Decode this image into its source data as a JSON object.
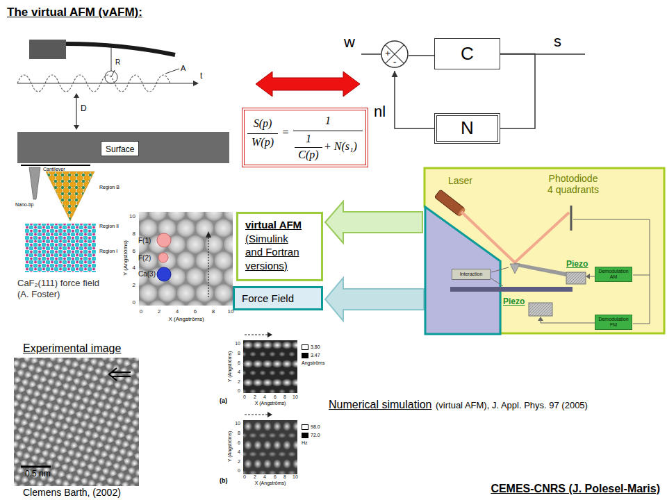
{
  "diagram": {
    "title": "The virtual AFM (vAFM):",
    "caption": "CEMES-CNRS (J. Polesel-Maris)",
    "nodes": [
      {
        "text": [
          "Surface"
        ]
      },
      {
        "text": [
          "+",
          "-"
        ]
      },
      {
        "text": [
          "C"
        ]
      },
      {
        "text": [
          "N"
        ]
      },
      {
        "text": [
          "S(p)",
          "W(p)",
          "=",
          "1",
          "1",
          "C(p)",
          "+ N(s₁)"
        ]
      },
      {
        "text": [
          "Laser",
          "Photodiode 4 quadrants",
          "Piezo",
          "Piezo"
        ]
      },
      {
        "text": []
      },
      {
        "text": [
          "virtual AFM",
          "(Simulink and Fortran versions)"
        ]
      },
      {
        "text": [
          "Force Field"
        ]
      },
      {
        "text": [
          "Interaction"
        ],
        "in": 6
      },
      {
        "text": [
          "Demodulation AM"
        ],
        "in": 5
      },
      {
        "text": [
          "Demodulation FM"
        ],
        "in": 5
      }
    ],
    "edges": [
      {
        "from": 1,
        "to": 2,
        "arrow": "none"
      },
      {
        "from": 2,
        "to": 3,
        "arrow": "none"
      },
      {
        "from": 3,
        "to": 1,
        "label": "nl",
        "arrow": "to"
      },
      {
        "from": 5,
        "to": 7,
        "arrow": "to"
      },
      {
        "from": 6,
        "to": 8,
        "arrow": "to"
      }
    ],
    "labels": [
      "R",
      "A",
      "t",
      "D",
      "w",
      "s",
      "Cantilever",
      "Nano-tip",
      "Region B",
      "Region II",
      "Region I",
      "CaF₂(111) force field (A. Foster)",
      "F(1)",
      "F(2)",
      "Ca(3)",
      "Y (Angströms)",
      "10",
      "8",
      "6",
      "4",
      "2",
      "0",
      "0",
      "2",
      "4",
      "6",
      "8",
      "10",
      "X (Angströms)",
      "Experimental image",
      "0.5 nm",
      "Clemens Barth, (2002)",
      "Y (Angströms)",
      "10",
      "8",
      "6",
      "4",
      "2",
      "0",
      "0",
      "2",
      "4",
      "6",
      "8",
      "10",
      "(a)",
      "X (Angströms)",
      "Angströms",
      "Y (Angströms)",
      "10",
      "8",
      "6",
      "4",
      "2",
      "0",
      "0",
      "2",
      "4",
      "6",
      "8",
      "10",
      "(b)",
      "X (Angströms)",
      "Hz",
      "Numerical simulation",
      "(virtual AFM), J. Appl. Phys. 97 (2005)"
    ],
    "legend": [
      {
        "text": "3.80",
        "color": "#ffffff"
      },
      {
        "text": "3.47",
        "color": "#000000"
      },
      {
        "text": "98.0",
        "color": "#ffffff"
      },
      {
        "text": "72.0",
        "color": "#000000"
      }
    ]
  }
}
